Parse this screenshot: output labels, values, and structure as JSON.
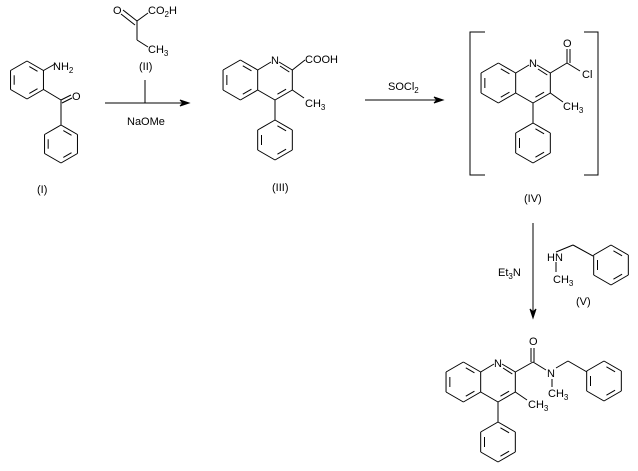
{
  "compound_I": {
    "label": "(I)",
    "amine": "NH",
    "amine_sub": "2",
    "oxygen": "O"
  },
  "compound_II": {
    "label": "(II)",
    "oxygen": "O",
    "acid": "CO",
    "acid_sub": "2",
    "acid_end": "H",
    "methyl": "CH",
    "methyl_sub": "3"
  },
  "step1": {
    "reagent": "NaOMe"
  },
  "compound_III": {
    "label": "(III)",
    "nitrogen": "N",
    "acid": "COOH",
    "methyl": "CH",
    "methyl_sub": "3"
  },
  "step2": {
    "reagent": "SOCl",
    "reagent_sub": "2"
  },
  "compound_IV": {
    "label": "(IV)",
    "nitrogen": "N",
    "oxygen": "O",
    "chloride": "Cl",
    "methyl": "CH",
    "methyl_sub": "3"
  },
  "step3": {
    "reagent": "Et",
    "reagent_sub": "3",
    "reagent_end": "N"
  },
  "compound_V": {
    "label": "(V)",
    "amine": "HN",
    "methyl": "CH",
    "methyl_sub": "3"
  },
  "product": {
    "nitrogen": "N",
    "oxygen": "O",
    "amide_n": "N",
    "methyl_ring": "CH",
    "methyl_ring_sub": "3",
    "methyl_n": "CH",
    "methyl_n_sub": "3"
  }
}
